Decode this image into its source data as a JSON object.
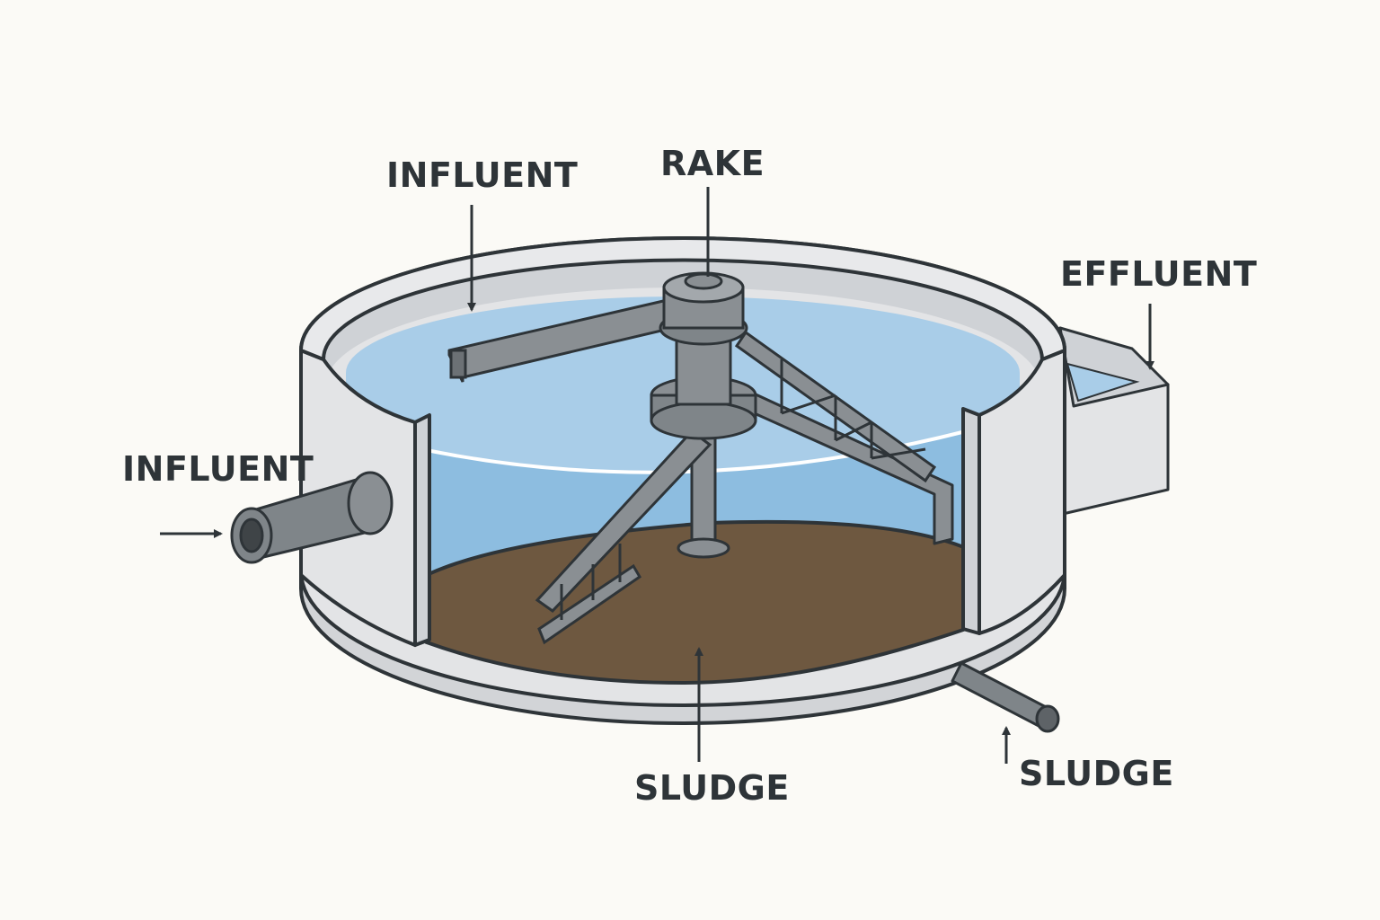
{
  "labels": {
    "influent_top": "INFLUENT",
    "rake": "RAKE",
    "effluent": "EFFLUENT",
    "influent_left": "INFLUENT",
    "sludge_center": "SLUDGE",
    "sludge_right": "SLUDGE"
  },
  "colors": {
    "background": "#fbfaf6",
    "concrete": "#e3e4e6",
    "concrete_shade": "#d2d4d7",
    "water_light": "#a9cde8",
    "water_deep": "#8dbde0",
    "sludge": "#6e5840",
    "steel": "#8a8f93",
    "outline": "#2e3438"
  }
}
